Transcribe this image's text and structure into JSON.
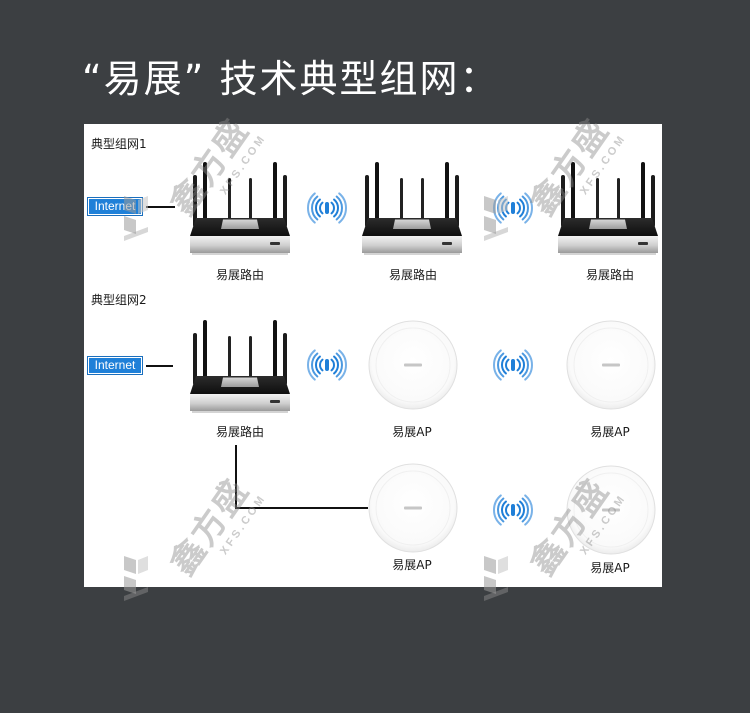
{
  "page": {
    "title": "“易展” 技术典型组网："
  },
  "colors": {
    "background": "#3c3f42",
    "panel": "#ffffff",
    "title_text": "#ffffff",
    "label_text": "#1a1a1a",
    "internet_badge": "#1f80d8",
    "wifi_signal": "#1f7fd8",
    "connection_line": "#111111"
  },
  "network1": {
    "label": "典型组网1",
    "internet_label": "Internet",
    "devices": [
      {
        "icon": "router-icon",
        "label": "易展路由"
      },
      {
        "icon": "router-icon",
        "label": "易展路由"
      },
      {
        "icon": "router-icon",
        "label": "易展路由"
      }
    ],
    "link_icon": "wifi-signal-icon"
  },
  "network2": {
    "label": "典型组网2",
    "internet_label": "Internet",
    "devices": [
      {
        "icon": "router-icon",
        "label": "易展路由"
      },
      {
        "icon": "ceiling-ap-icon",
        "label": "易展AP"
      },
      {
        "icon": "ceiling-ap-icon",
        "label": "易展AP"
      },
      {
        "icon": "ceiling-ap-icon",
        "label": "易展AP"
      },
      {
        "icon": "ceiling-ap-icon",
        "label": "易展AP"
      }
    ],
    "link_icon": "wifi-signal-icon"
  },
  "watermark": {
    "brand": "鑫方盛",
    "domain": "XFS.COM"
  }
}
